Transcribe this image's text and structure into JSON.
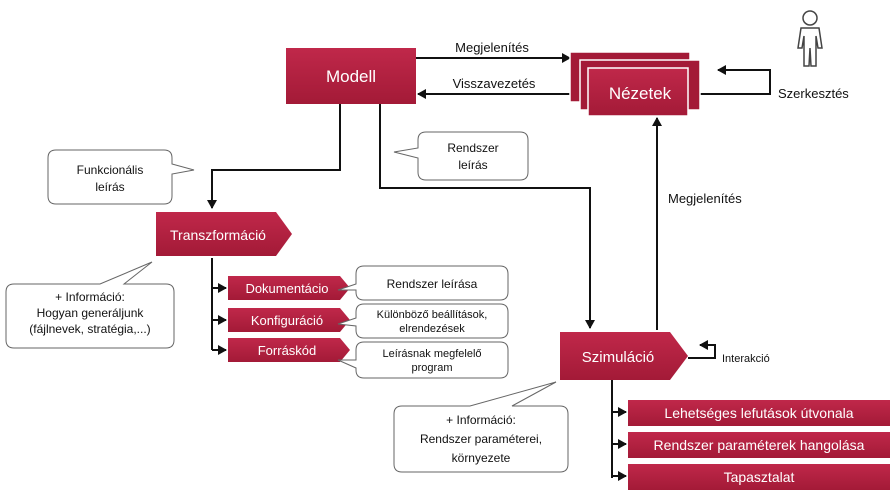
{
  "colors": {
    "accent": "#b5203f",
    "accent_dark": "#8a1530",
    "line": "#111111"
  },
  "nodes": {
    "modell": "Modell",
    "nezetek": "Nézetek",
    "transzformacio": "Transzformáció",
    "szimulacio": "Szimuláció",
    "dokumentacio": "Dokumentácio",
    "konfiguracio": "Konfiguráció",
    "forraskod": "Forráskód",
    "lehetseges": "Lehetséges lefutások útvonala",
    "hangolasa": "Rendszer paraméterek hangolása",
    "tapasztalat": "Tapasztalat"
  },
  "arrows": {
    "megjelenites_top": "Megjelenítés",
    "visszavezetes": "Visszavezetés",
    "szerkesztes": "Szerkesztés",
    "megjelenites_right": "Megjelenítés",
    "interakcio": "Interakció"
  },
  "callouts": {
    "funkcionalis": [
      "Funkcionális",
      "leírás"
    ],
    "rendszer_leiras": [
      "Rendszer",
      "leírás"
    ],
    "informacio_left": [
      "+ Információ:",
      "Hogyan generáljunk",
      "(fájlnevek, stratégia,...)"
    ],
    "informacio_bottom": [
      "+ Információ:",
      "Rendszer paraméterei,",
      "környezete"
    ],
    "rendszer_leirasa": [
      "Rendszer leírása"
    ],
    "kulonbozo": [
      "Különböző beállítások,",
      "elrendezések"
    ],
    "leirasnak": [
      "Leírásnak megfelelő",
      "program"
    ]
  },
  "icons": {
    "person": "person-icon"
  }
}
